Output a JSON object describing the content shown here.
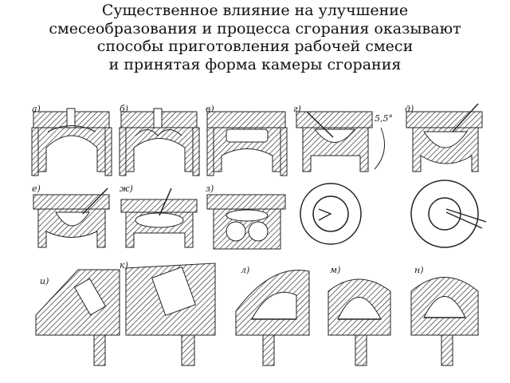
{
  "title": {
    "lines": [
      "Существенное влияние на улучшение",
      "смесеобразования и процесса сгорания оказывают",
      "способы приготовления рабочей смеси",
      "и принятая форма камеры сгорания"
    ]
  },
  "figure": {
    "panels": [
      {
        "label": "а)"
      },
      {
        "label": "б)"
      },
      {
        "label": "в)"
      },
      {
        "label": "г)"
      },
      {
        "label": "д)"
      },
      {
        "label": "е)"
      },
      {
        "label": "ж)"
      },
      {
        "label": "з)"
      },
      {
        "label": "и)"
      },
      {
        "label": "к)"
      },
      {
        "label": "л)"
      },
      {
        "label": "м)"
      },
      {
        "label": "н)"
      }
    ],
    "angle_label": "5,5°"
  },
  "colors": {
    "ink": "#222222",
    "background": "#ffffff"
  }
}
